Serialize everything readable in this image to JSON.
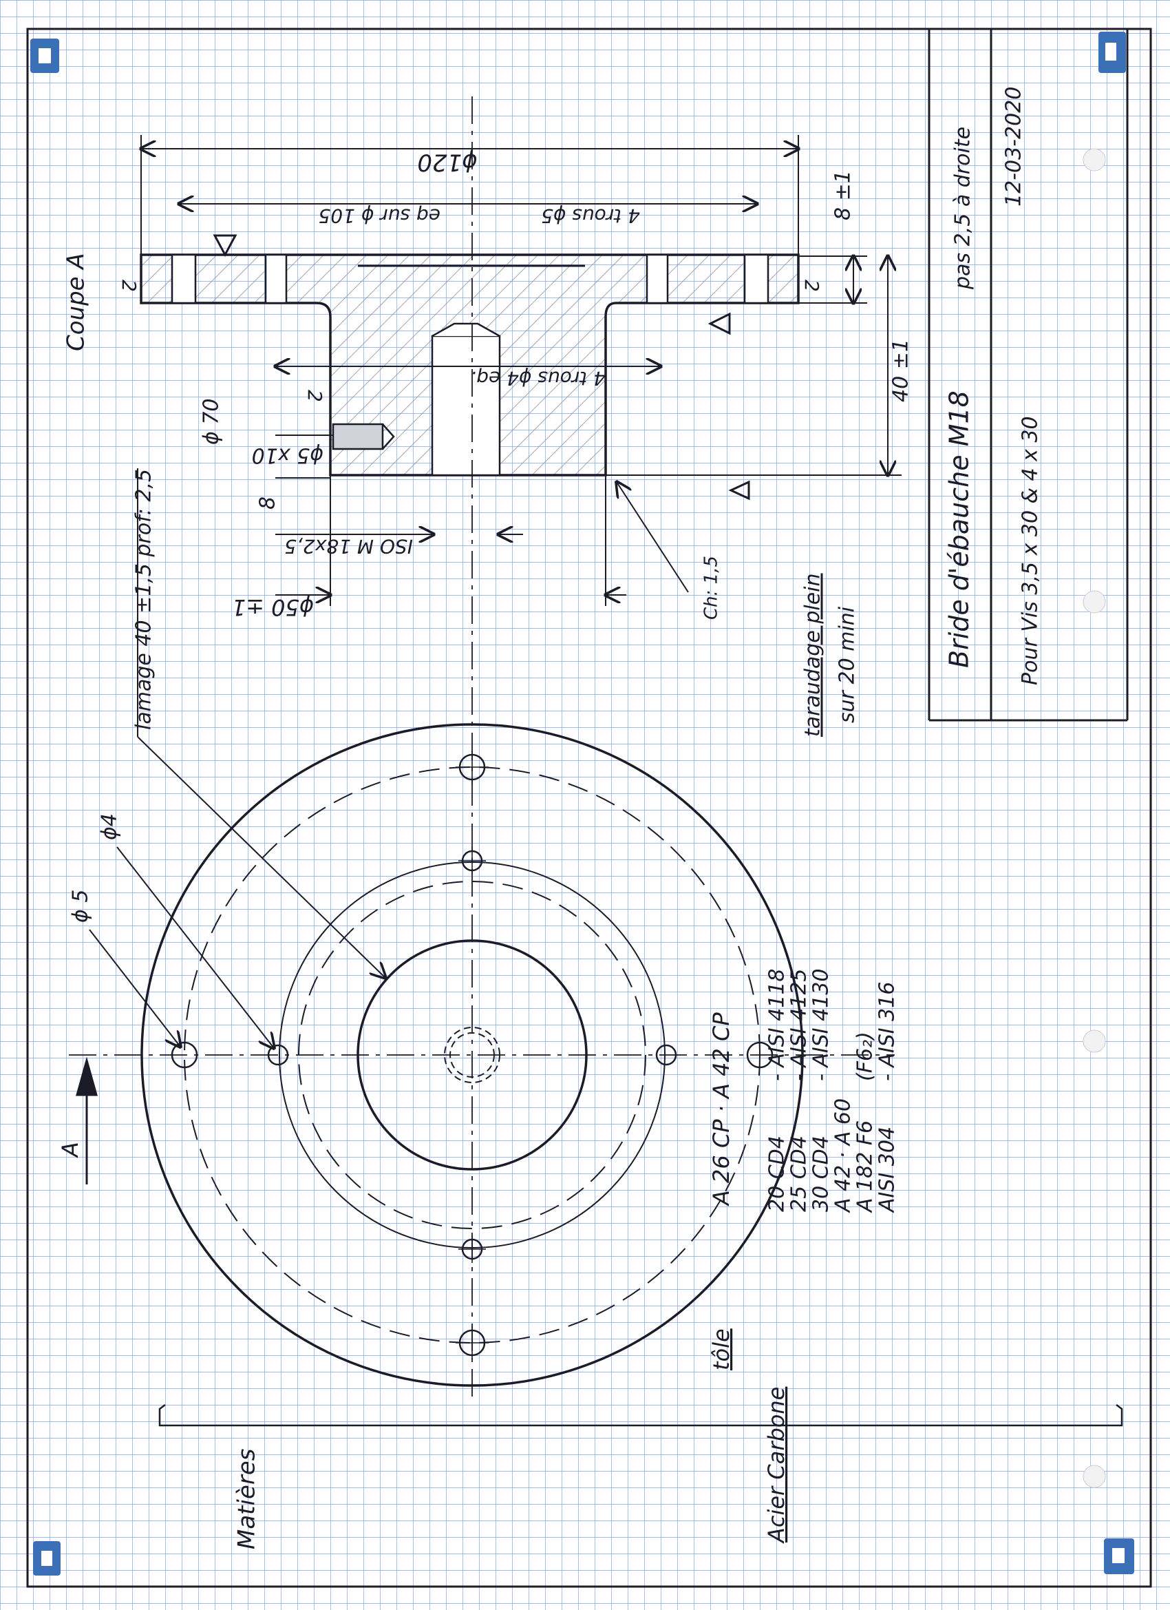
{
  "colors": {
    "paper": "#ffffff",
    "grid": "#8fa4cf",
    "ink": "#1c1c28",
    "pencil": "#555a66",
    "hatch": "#8a8f99",
    "corner_mark": "#3b6fb6"
  },
  "icons": [
    "corner-registration-mark",
    "section-arrow",
    "machining-triangle"
  ],
  "title_block": {
    "title": "Bride d'ébauche M18",
    "pitch": "pas 2,5 à droite",
    "date": "12-03-2020",
    "screws": "Pour Vis 3,5 x 30 & 4 x 30"
  },
  "section": {
    "name": "Coupe A",
    "arrow_letter": "A"
  },
  "dimensions": {
    "d120": "ϕ120",
    "holes_5": "4 trous ϕ5",
    "eq_105": "eq sur ϕ 105",
    "thick_8": "8 ±1",
    "height_40": "40 ±1",
    "holes_4": "4 trous ϕ4 eq.",
    "d70": "ϕ 70",
    "d5x10": "ϕ5 x10",
    "eight": "8",
    "iso_m18": "ISO M 18x2,5",
    "d50": "ϕ50 ±1",
    "chamfer": "Ch: 1,5",
    "surface_a": "2",
    "surface_b": "2",
    "surface_c": "2"
  },
  "notes": {
    "tapping": "taraudage plein",
    "tapping_min": "sur 20 mini",
    "lamage": "lamage 40 ±1,5 prof: 2,5",
    "d4": "ϕ4",
    "d5": "ϕ 5"
  },
  "materials": {
    "label": "Matières",
    "tole_label": "tôle",
    "tole_grades": "A 26 CP · A 42 CP",
    "steel_label": "Acier Carbone",
    "steel_rows": [
      {
        "grade": "20 CD4",
        "equiv": "- AISI 4118"
      },
      {
        "grade": "25 CD4",
        "equiv": "- AISI 4125"
      },
      {
        "grade": "30 CD4",
        "equiv": "- AISI 4130"
      },
      {
        "grade": "A 42 · A 60",
        "equiv": ""
      },
      {
        "grade": "A 182 F6",
        "equiv": "(F6₂)"
      },
      {
        "grade": "AISI 304",
        "equiv": "- AISI 316"
      }
    ]
  }
}
